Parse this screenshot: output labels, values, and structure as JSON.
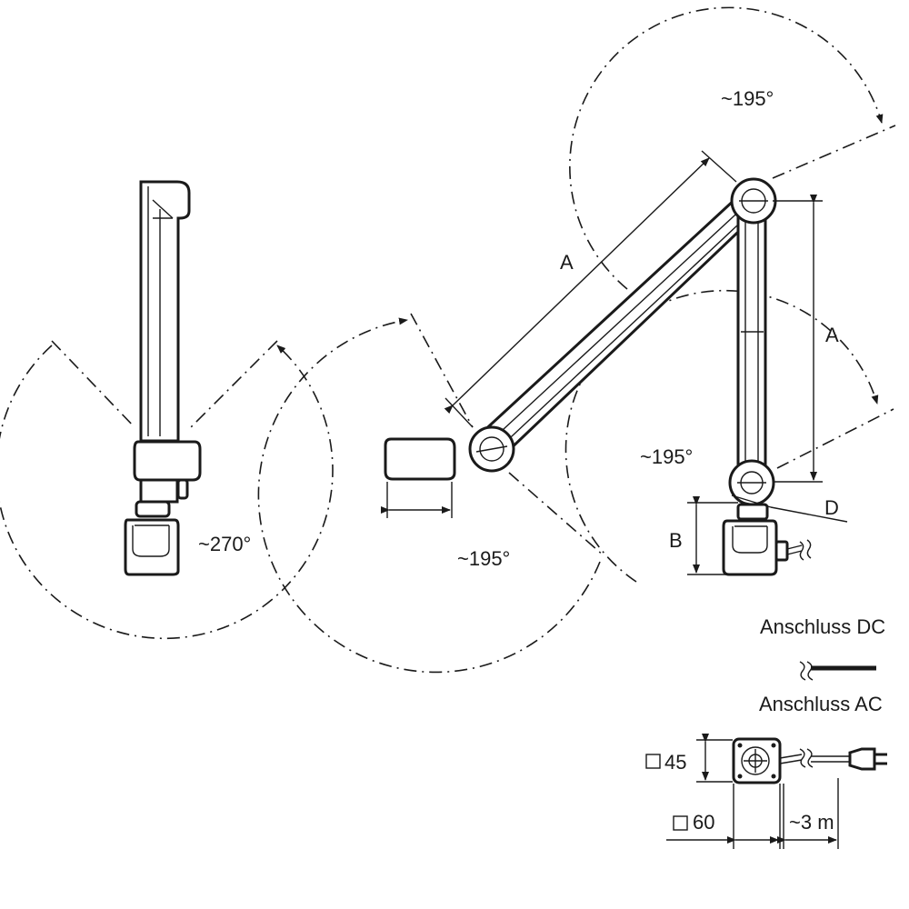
{
  "labels": {
    "angle_side_view": "~270°",
    "angle_top": "~195°",
    "angle_middle": "~195°",
    "angle_bottom": "~195°",
    "dim_a_upper": "A",
    "dim_a_lower": "A",
    "dim_b": "B",
    "dim_d": "D",
    "connection_dc": "Anschluss DC",
    "connection_ac": "Anschluss AC",
    "square_45": "45",
    "square_60": "60",
    "cable_length": "~3 m"
  },
  "colors": {
    "line": "#1a1a1a",
    "background": "#ffffff"
  }
}
